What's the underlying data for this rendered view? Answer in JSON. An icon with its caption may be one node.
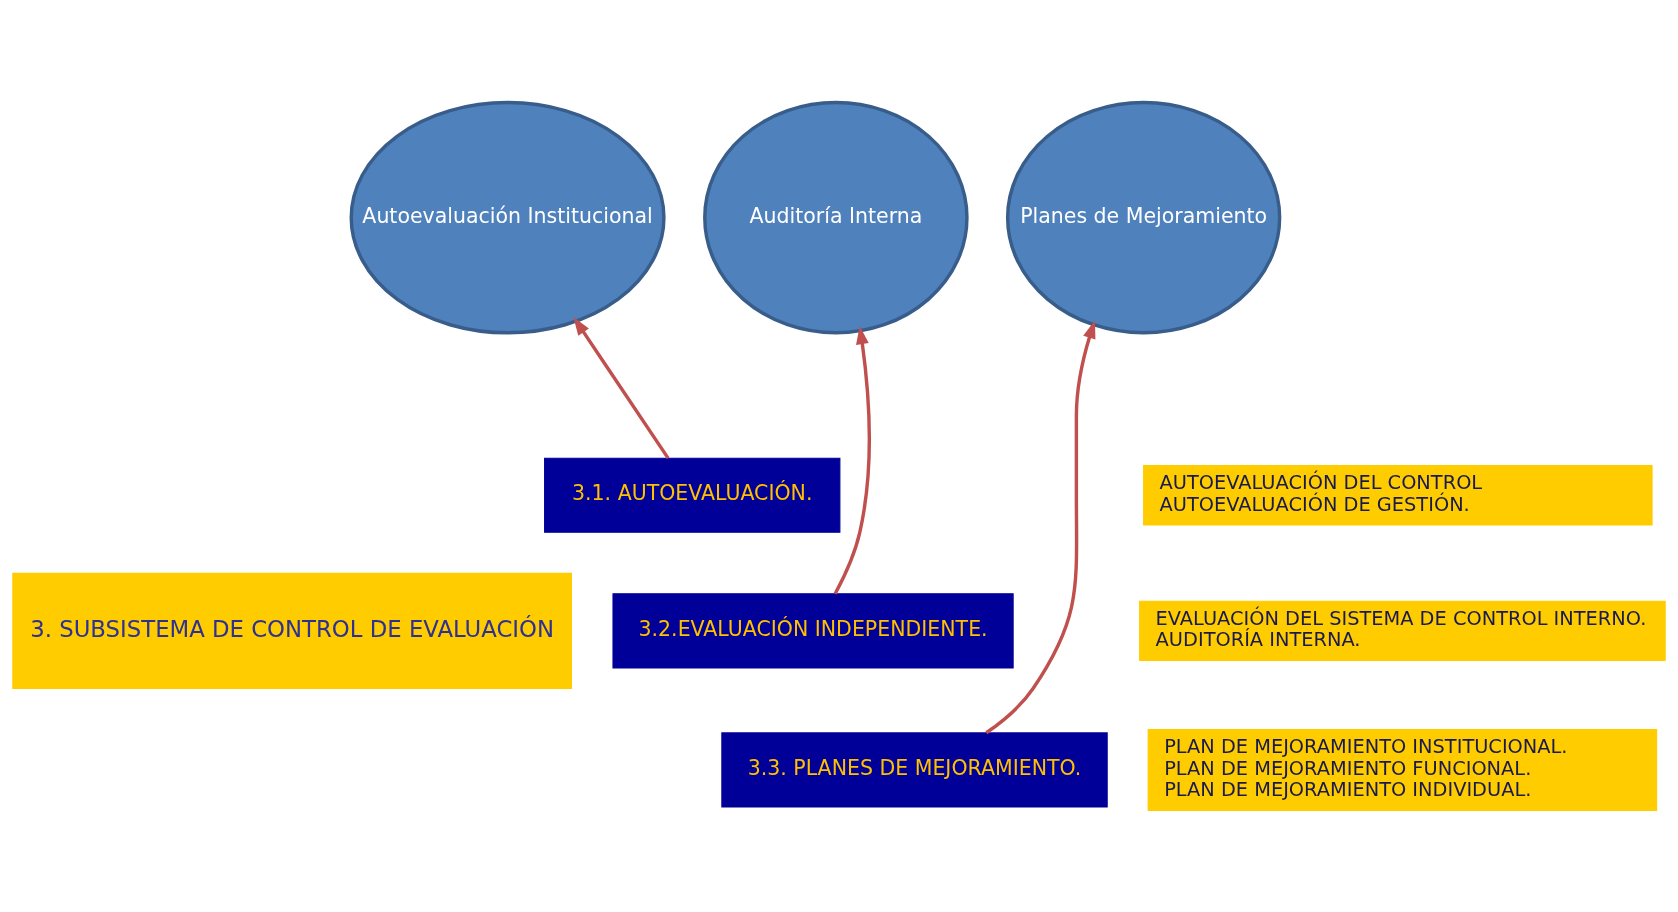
{
  "diagram": {
    "nodes": [
      {
        "text": [
          "Autoevaluación Institucional"
        ]
      },
      {
        "text": [
          "Auditoría Interna"
        ]
      },
      {
        "text": [
          "Planes de Mejoramiento"
        ]
      },
      {
        "text": [
          "3.1. AUTOEVALUACIÓN."
        ]
      },
      {
        "text": [
          "3.2.EVALUACIÓN INDEPENDIENTE."
        ]
      },
      {
        "text": [
          "3.3. PLANES DE MEJORAMIENTO."
        ]
      },
      {
        "text": [
          "3. SUBSISTEMA DE CONTROL DE EVALUACIÓN"
        ]
      },
      {
        "text": [
          "AUTOEVALUACIÓN DEL CONTROL",
          "AUTOEVALUACIÓN DE GESTIÓN."
        ]
      },
      {
        "text": [
          "EVALUACIÓN DEL SISTEMA DE CONTROL INTERNO.",
          "AUDITORÍA INTERNA."
        ]
      },
      {
        "text": [
          "PLAN DE MEJORAMIENTO INSTITUCIONAL.",
          "PLAN DE MEJORAMIENTO FUNCIONAL.",
          "PLAN DE MEJORAMIENTO INDIVIDUAL."
        ]
      }
    ],
    "edges": [
      {
        "from": 3,
        "to": 0,
        "arrow": "to"
      },
      {
        "from": 4,
        "to": 1,
        "arrow": "to"
      },
      {
        "from": 5,
        "to": 2,
        "arrow": "to"
      }
    ]
  }
}
